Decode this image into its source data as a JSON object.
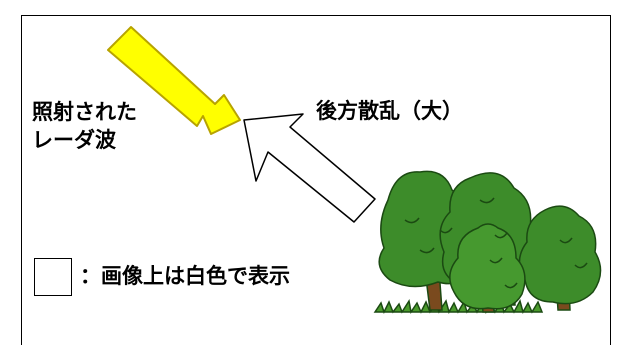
{
  "diagram": {
    "incident_label_line1": "照射された",
    "incident_label_line2": "レーダ波",
    "backscatter_label": "後方散乱（大）",
    "legend_text": "：画像上は白色で表示"
  },
  "colors": {
    "incident_arrow_fill": "#ffff00",
    "incident_arrow_stroke": "#b7a300",
    "backscatter_arrow_fill": "#ffffff",
    "tree_foliage": "#3d8c2a",
    "tree_outline": "#1b4a12",
    "tree_trunk": "#7a4a1e",
    "grass": "#4a9a2c"
  },
  "icons": [
    "incident-arrow-icon",
    "backscatter-arrow-icon",
    "trees-icon"
  ]
}
